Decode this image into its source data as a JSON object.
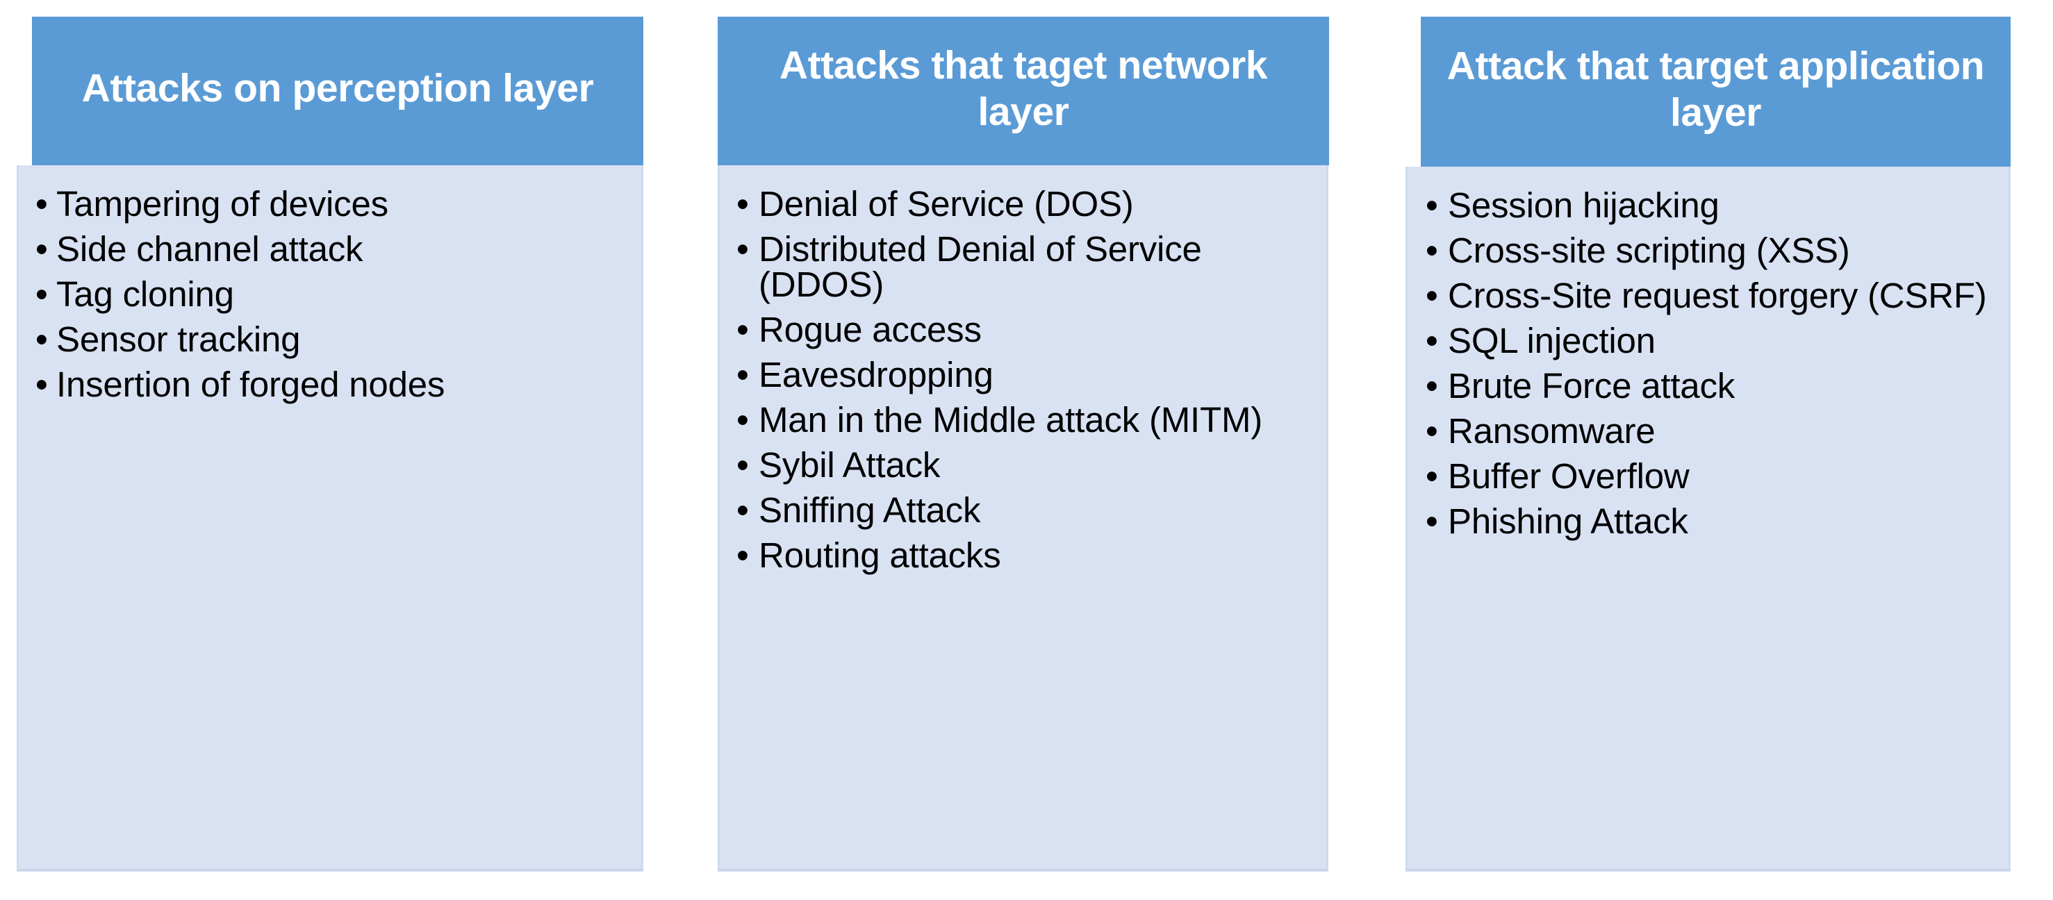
{
  "diagram": {
    "kind": "three-column-bulleted-comparison",
    "bullet_glyph": "•",
    "colors": {
      "header_background": "#5B9BD5",
      "header_text": "#FFFFFF",
      "body_background": "#D9E2F3",
      "body_border": "#CFDAEE",
      "body_text": "#000000",
      "page_background": "#FFFFFF"
    },
    "columns": [
      {
        "id": "perception-layer",
        "header": "Attacks on perception layer",
        "items": [
          "Tampering of devices",
          "Side channel attack",
          "Tag cloning",
          "Sensor tracking",
          "Insertion of forged nodes"
        ]
      },
      {
        "id": "network-layer",
        "header": "Attacks that taget network layer",
        "items": [
          "Denial of Service (DOS)",
          "Distributed Denial of Service (DDOS)",
          "Rogue access",
          "Eavesdropping",
          "Man in the Middle attack (MITM)",
          "Sybil Attack",
          "Sniffing Attack",
          "Routing attacks"
        ]
      },
      {
        "id": "application-layer",
        "header": "Attack that target application layer",
        "items": [
          "Session hijacking",
          "Cross-site scripting (XSS)",
          "Cross-Site request forgery (CSRF)",
          "SQL injection",
          "Brute Force attack",
          "Ransomware",
          "Buffer Overflow",
          "Phishing Attack"
        ]
      }
    ]
  }
}
